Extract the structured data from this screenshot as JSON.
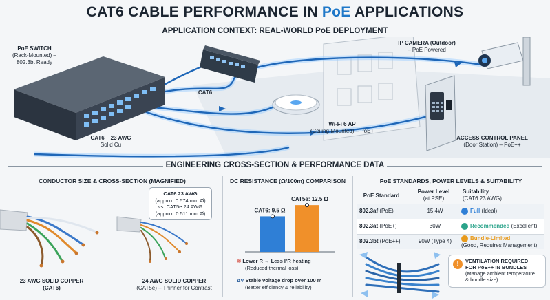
{
  "title": {
    "prefix": "CAT6 CABLE PERFORMANCE IN ",
    "highlight": "PoE",
    "suffix": " APPLICATIONS"
  },
  "section1": "APPLICATION CONTEXT: REAL-WORLD PoE DEPLOYMENT",
  "section2": "ENGINEERING CROSS-SECTION & PERFORMANCE DATA",
  "context": {
    "switch": {
      "name": "PoE SWITCH",
      "line1": "(Rack-Mounted) –",
      "line2": "802.3bt Ready"
    },
    "cable": {
      "name": "CAT6 – 23 AWG",
      "line1": "Solid Cu"
    },
    "cat6_tag": "CAT6",
    "camera": {
      "name": "IP CAMERA (Outdoor)",
      "line1": "– PoE Powered"
    },
    "ap": {
      "name": "Wi-Fi 6 AP",
      "line1": "(Ceiling-Mounted) – PoE+"
    },
    "access": {
      "name": "ACCESS CONTROL PANEL",
      "line1": "(Door Station) – PoE++"
    }
  },
  "conductor": {
    "title": "CONDUCTOR SIZE & CROSS-SECTION (MAGNIFIED)",
    "callout": {
      "l1": "CAT6 23 AWG",
      "l2": "(approx. 0.574 mm Ø)",
      "l3": "vs. CAT5e 24 AWG",
      "l4": "(approx. 0.511 mm Ø)"
    },
    "left": {
      "l1": "23 AWG SOLID COPPER",
      "l2": "(CAT6)"
    },
    "right": {
      "l1": "24 AWG SOLID COPPER",
      "l2": "(CAT5e) – Thinner for Contrast"
    }
  },
  "resistance": {
    "title": "DC RESISTANCE (Ω/100m) COMPARISON",
    "note1": {
      "l1": "Lower R → Less I²R heating",
      "l2": "(Reduced thermal loss)"
    },
    "note2": {
      "l1": "Stable voltage drop over 100 m",
      "l2": "(Better efficiency & reliability)"
    }
  },
  "chart_data": {
    "type": "bar",
    "categories": [
      "CAT6",
      "CAT5e"
    ],
    "values": [
      9.5,
      12.5
    ],
    "data_labels": [
      "CAT6: 9.5 Ω",
      "CAT5e: 12.5 Ω"
    ],
    "colors": [
      "#2f7fd6",
      "#f0902a"
    ],
    "ylim": [
      0,
      14
    ]
  },
  "standards": {
    "title": "PoE STANDARDS, POWER LEVELS & SUITABILITY",
    "headers": {
      "std": "PoE Standard",
      "pwr": "Power Level",
      "pwr2": "(at PSE)",
      "suit": "Suitability",
      "suit2": "(CAT6 23 AWG)"
    },
    "rows": [
      {
        "std": "802.3af",
        "std2": " (PoE)",
        "pwr": "15.4W",
        "suit": "Full",
        "suit2": " (Ideal)",
        "color": "#2f7fd6",
        "icon": "check-icon"
      },
      {
        "std": "802.3at",
        "std2": " (PoE+)",
        "pwr": "30W",
        "suit": "Recommended",
        "suit2": " (Excellent)",
        "color": "#2aa38a",
        "icon": "check-icon"
      },
      {
        "std": "802.3bt",
        "std2": " (PoE++)",
        "pwr": "90W (Type 4)",
        "suit": "Bundle-Limited",
        "suit2": "(Good, Requires Management)",
        "color": "#e89a1c",
        "icon": "warning-icon"
      }
    ],
    "warning": {
      "l1": "VENTILATION REQUIRED",
      "l2": "FOR PoE++ IN BUNDLES",
      "l3": "(Manage ambient temperature",
      "l4": "& bundle size)"
    }
  }
}
